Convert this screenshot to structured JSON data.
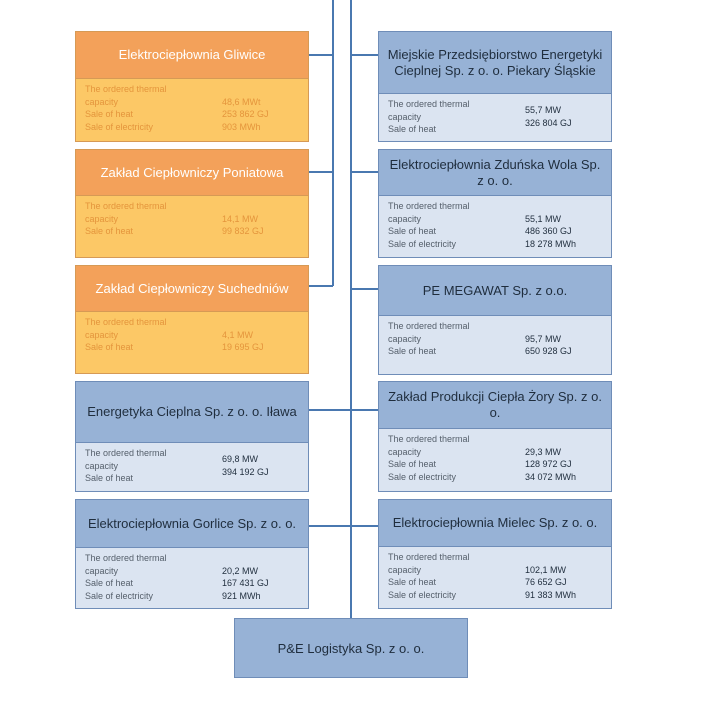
{
  "left": [
    {
      "name": "Elektrociepłownia Gliwice",
      "labels": [
        "The ordered thermal",
        "capacity",
        "Sale of heat",
        "Sale of electricity"
      ],
      "values": [
        "",
        "48,6 MWt",
        "253 862 GJ",
        "903 MWh"
      ]
    },
    {
      "name": "Zakład Ciepłowniczy Poniatowa",
      "labels": [
        "The ordered thermal",
        "capacity",
        "Sale of heat"
      ],
      "values": [
        "",
        "14,1 MW",
        "99 832 GJ"
      ]
    },
    {
      "name": "Zakład Ciepłowniczy Suchedniów",
      "labels": [
        "The ordered thermal",
        "capacity",
        "Sale of heat"
      ],
      "values": [
        "",
        "4,1 MW",
        "19 695 GJ"
      ]
    },
    {
      "name": "Energetyka Cieplna Sp. z o. o. Iława",
      "labels": [
        "The ordered thermal",
        "capacity",
        "Sale of heat"
      ],
      "values": [
        "69,8 MW",
        "394 192 GJ",
        ""
      ]
    },
    {
      "name": "Elektrociepłownia Gorlice Sp. z o. o.",
      "labels": [
        "The ordered thermal",
        "capacity",
        "Sale of heat",
        "Sale of electricity"
      ],
      "values": [
        "",
        "20,2 MW",
        "167 431 GJ",
        "921 MWh"
      ]
    }
  ],
  "right": [
    {
      "name": "Miejskie Przedsiębiorstwo Energetyki Cieplnej Sp. z o. o. Piekary Śląskie",
      "labels": [
        "The ordered thermal",
        "capacity",
        "Sale of heat"
      ],
      "values": [
        "55,7 MW",
        "326 804 GJ",
        ""
      ]
    },
    {
      "name": "Elektrociepłownia Zduńska Wola Sp. z o. o.",
      "labels": [
        "The ordered thermal",
        "capacity",
        "Sale of heat",
        "Sale of electricity"
      ],
      "values": [
        "",
        "55,1 MW",
        "486 360 GJ",
        "18 278 MWh"
      ]
    },
    {
      "name": "PE MEGAWAT Sp. z o.o.",
      "labels": [
        "The ordered thermal",
        "capacity",
        "Sale of heat"
      ],
      "values": [
        "",
        "95,7 MW",
        "650 928 GJ"
      ]
    },
    {
      "name": "Zakład Produkcji Ciepła Żory Sp. z o. o.",
      "labels": [
        "The ordered thermal",
        "capacity",
        "Sale of heat",
        "Sale of electricity"
      ],
      "values": [
        "",
        "29,3 MW",
        "128 972 GJ",
        "34 072 MWh"
      ]
    },
    {
      "name": "Elektrociepłownia Mielec Sp. z o. o.",
      "labels": [
        "The ordered thermal",
        "capacity",
        "Sale of heat",
        "Sale of electricity"
      ],
      "values": [
        "",
        "102,1 MW",
        "76 652 GJ",
        "91 383 MWh"
      ]
    }
  ],
  "bottom": {
    "name": "P&E Logistyka Sp. z o. o."
  }
}
